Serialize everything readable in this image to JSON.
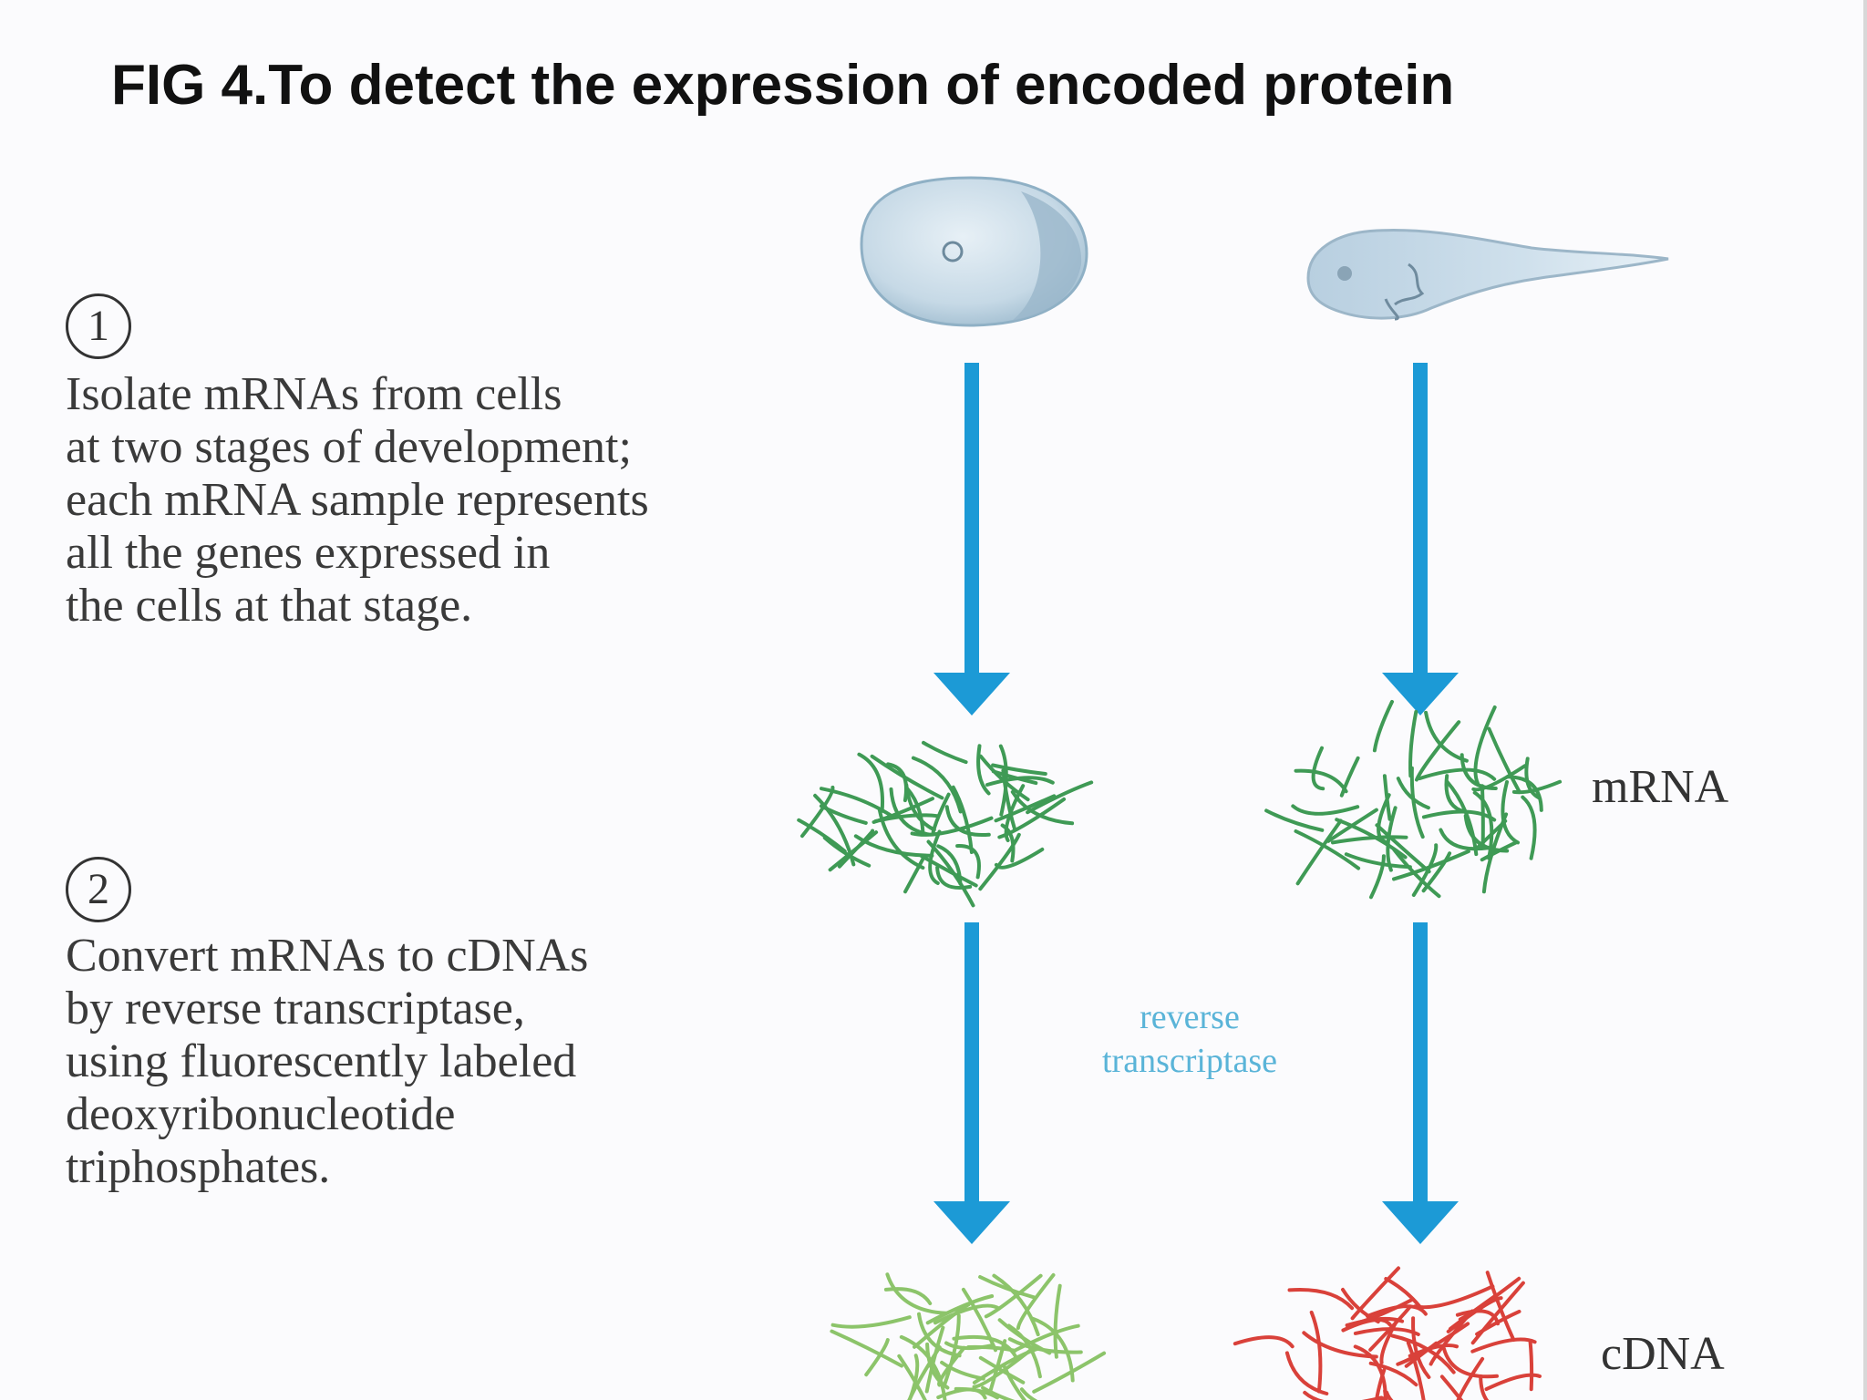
{
  "title": "FIG 4.To detect the expression of encoded protein",
  "steps": [
    {
      "number": "1",
      "text": "Isolate mRNAs from cells\nat two stages of development;\neach mRNA sample represents\nall the genes expressed in\nthe cells at that stage."
    },
    {
      "number": "2",
      "text": "Convert mRNAs to cDNAs\nby reverse transcriptase,\nusing fluorescently labeled\ndeoxyribonucleotide\ntriphosphates."
    }
  ],
  "labels": {
    "mrna": "mRNA",
    "cdna": "cDNA",
    "enzyme": "reverse\ntranscriptase"
  },
  "colors": {
    "arrow": "#1c9ad6",
    "mrna_strands": "#3f9a55",
    "cdna_left_strands": "#8cc46a",
    "cdna_right_strands": "#d9413a",
    "enzyme_text": "#5ab4d8"
  },
  "icons": {
    "stage_one": "egg-cell-icon",
    "stage_two": "tadpole-icon"
  }
}
